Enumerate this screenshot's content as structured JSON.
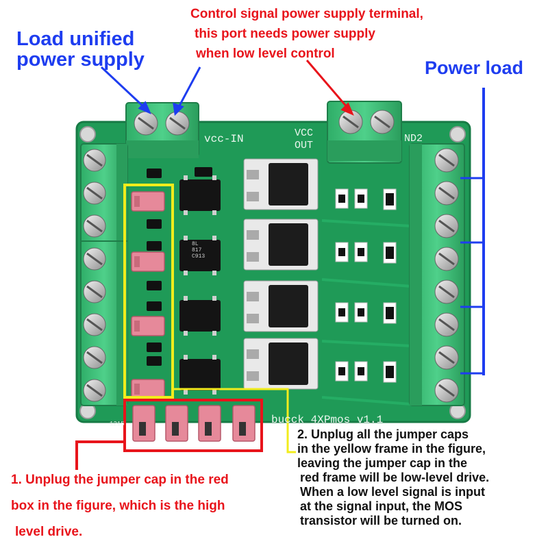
{
  "annotations": {
    "load_supply_line1": "Load unified",
    "load_supply_line2": "power supply",
    "control_line1": "Control signal power supply terminal,",
    "control_line2": "this port needs power supply",
    "control_line3": "when low level control",
    "power_load": "Power load",
    "note1_line1": "1. Unplug the jumper cap in the red",
    "note1_line2": "box in the figure, which is the high",
    "note1_line3": "level drive.",
    "note2_line1": "2. Unplug all the jumper caps",
    "note2_line2": "in the yellow frame in the figure,",
    "note2_line3": "leaving the jumper cap in the",
    "note2_line4": "red frame will be low-level drive.",
    "note2_line5": "When a low level signal is input",
    "note2_line6": "at the signal input, the MOS",
    "note2_line7": "transistor will be turned on."
  },
  "board": {
    "vcc_in": "vcc-IN",
    "vcc_out_1": "VCC",
    "vcc_out_2": "OUT",
    "gnd2": "ND2",
    "name": "bucck_4XPmos_v1.1",
    "serial": "1215",
    "opto_text_1": "8L",
    "opto_text_2": "817",
    "opto_text_3": "C913"
  },
  "colors": {
    "pcb": "#1f9a57",
    "terminal": "#3fbf79",
    "jumper": "#e6899a",
    "annotation_blue": "#1e3df0",
    "annotation_red": "#e8141b",
    "frame_yellow": "#f2ec1c"
  }
}
